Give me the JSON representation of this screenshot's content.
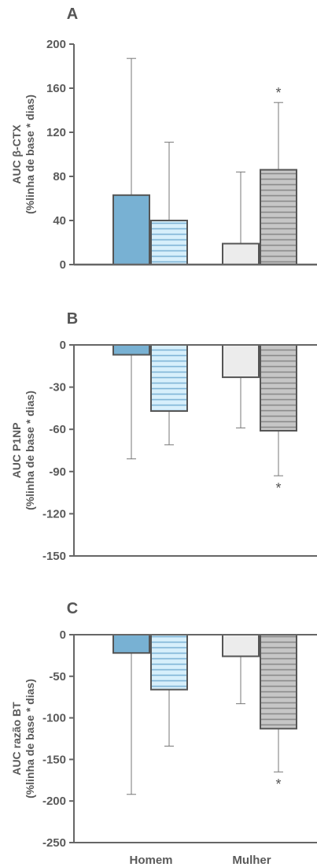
{
  "colors": {
    "homem_solid": "#78b1d3",
    "homem_hatch_bg": "#d7effb",
    "homem_hatch_line": "#7fb4d6",
    "mulher_solid": "#ececec",
    "mulher_hatch_bg": "#c6c6c6",
    "mulher_hatch_line": "#8a8a8a",
    "outline": "#555555",
    "axis": "#666666",
    "text": "#5a5a5a"
  },
  "chart_data": [
    {
      "panel": "A",
      "type": "bar",
      "ylabel_line1": "AUC β-CTX",
      "ylabel_line2": "(%linha de base * dias)",
      "ylim": [
        0,
        200
      ],
      "yticks": [
        0,
        40,
        80,
        120,
        160,
        200
      ],
      "ytick_labels": [
        "0",
        "40",
        "80",
        "120",
        "160",
        "200"
      ],
      "categories": [
        "Homem",
        "Mulher"
      ],
      "bars": [
        {
          "category": "Homem",
          "style": "solid",
          "value": 63,
          "err": 187,
          "sig": ""
        },
        {
          "category": "Homem",
          "style": "hatched",
          "value": 40,
          "err": 111,
          "sig": ""
        },
        {
          "category": "Mulher",
          "style": "solid",
          "value": 19,
          "err": 84,
          "sig": ""
        },
        {
          "category": "Mulher",
          "style": "hatched",
          "value": 86,
          "err": 147,
          "sig": "*"
        }
      ]
    },
    {
      "panel": "B",
      "type": "bar",
      "ylabel_line1": "AUC P1NP",
      "ylabel_line2": "(%linha de base * dias)",
      "ylim": [
        -150,
        0
      ],
      "yticks": [
        0,
        -30,
        -60,
        -90,
        -120,
        -150
      ],
      "ytick_labels": [
        "0",
        "-30",
        "-60",
        "-90",
        "-120",
        "-150"
      ],
      "categories": [
        "Homem",
        "Mulher"
      ],
      "bars": [
        {
          "category": "Homem",
          "style": "solid",
          "value": -7,
          "err": -81,
          "sig": ""
        },
        {
          "category": "Homem",
          "style": "hatched",
          "value": -47,
          "err": -71,
          "sig": ""
        },
        {
          "category": "Mulher",
          "style": "solid",
          "value": -23,
          "err": -59,
          "sig": ""
        },
        {
          "category": "Mulher",
          "style": "hatched",
          "value": -61,
          "err": -93,
          "sig": "*"
        }
      ]
    },
    {
      "panel": "C",
      "type": "bar",
      "ylabel_line1": "AUC razão BT",
      "ylabel_line2": "(%linha de base * dias)",
      "ylim": [
        -250,
        0
      ],
      "yticks": [
        0,
        -50,
        -100,
        -150,
        -200,
        -250
      ],
      "ytick_labels": [
        "0",
        "-50",
        "-100",
        "-150",
        "-200",
        "-250"
      ],
      "categories": [
        "Homem",
        "Mulher"
      ],
      "category_labels_shown": true,
      "bars": [
        {
          "category": "Homem",
          "style": "solid",
          "value": -22,
          "err": -192,
          "sig": ""
        },
        {
          "category": "Homem",
          "style": "hatched",
          "value": -66,
          "err": -134,
          "sig": ""
        },
        {
          "category": "Mulher",
          "style": "solid",
          "value": -26,
          "err": -83,
          "sig": ""
        },
        {
          "category": "Mulher",
          "style": "hatched",
          "value": -113,
          "err": -165,
          "sig": "*"
        }
      ]
    }
  ]
}
